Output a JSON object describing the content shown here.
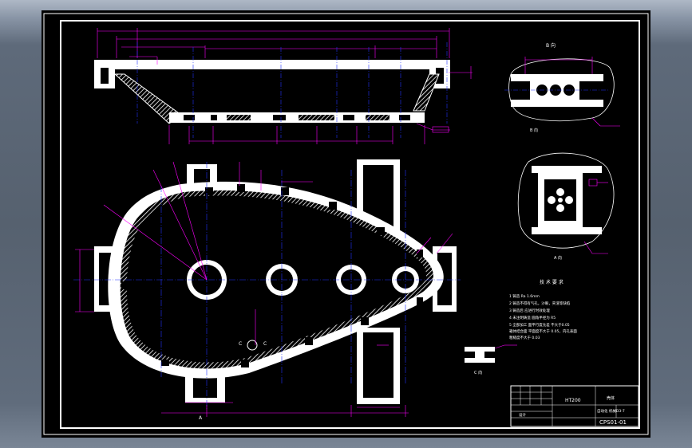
{
  "drawing": {
    "views": {
      "b_view": "B 向",
      "a_view": "A 向",
      "c_view": "C 向",
      "a_marker": "A",
      "c_marker_left": "C",
      "c_marker_right": "C"
    },
    "tech_requirements": {
      "title": "技 术 要 求",
      "items": [
        "1  铸造 Ra 1.6mm",
        "2  铸造不得有气孔，沙眼，夹渣等缺陷",
        "3  铸造后 应进行时效处理",
        "4  未注明铸造 圆角半径为 R5",
        "5  全部加工 面平行度允差 不大于0.05",
        "   箱体结合面 平面度不大于 0.05，内孔表面",
        "   粗糙度不大于 0.03"
      ]
    },
    "title_block": {
      "material": "HT200",
      "part_name": "壳体",
      "company": "自动化 机械D3-7",
      "drawing_no": "CPS01-01",
      "drawn": "设计"
    },
    "colors": {
      "frame": "#ffffff",
      "dimension": "#ff00ff",
      "center_line": "#2233ff",
      "section": "#ffffff",
      "background": "#000000"
    }
  }
}
